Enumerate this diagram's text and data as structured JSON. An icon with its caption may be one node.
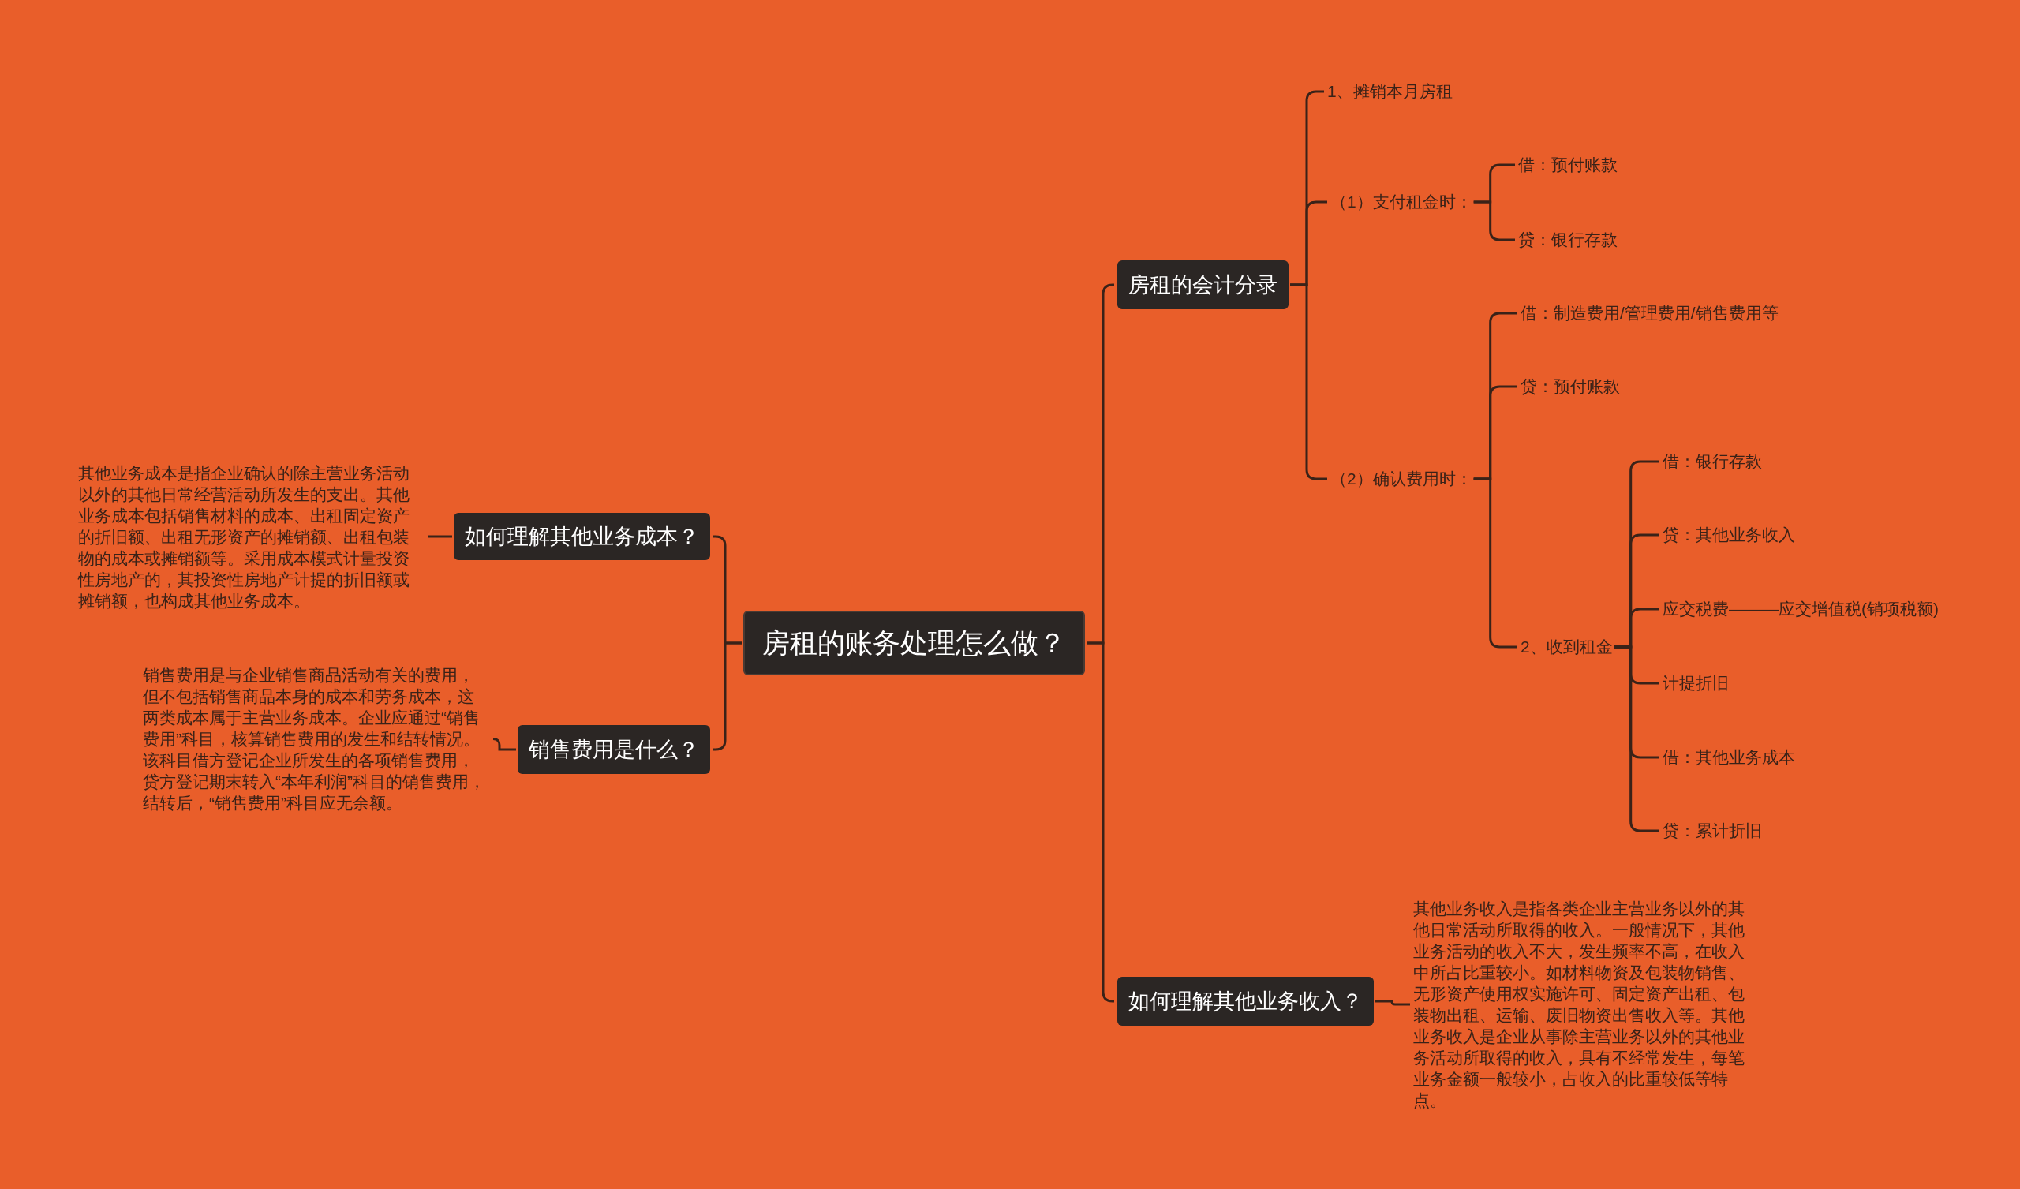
{
  "diagram": {
    "nodes": [
      {
        "text": [
          "房租的账务处理怎么做？"
        ]
      },
      {
        "text": [
          "房租的会计分录"
        ]
      },
      {
        "text": [
          "1、摊销本月房租"
        ]
      },
      {
        "text": [
          "（1）支付租金时："
        ]
      },
      {
        "text": [
          "借：预付账款"
        ]
      },
      {
        "text": [
          "贷：银行存款"
        ]
      },
      {
        "text": [
          "（2）确认费用时："
        ]
      },
      {
        "text": [
          "借：制造费用/管理费用/销售费用等"
        ]
      },
      {
        "text": [
          "贷：预付账款"
        ]
      },
      {
        "text": [
          "2、收到租金"
        ]
      },
      {
        "text": [
          "借：银行存款"
        ]
      },
      {
        "text": [
          "贷：其他业务收入"
        ]
      },
      {
        "text": [
          "应交税费———应交增值税(销项税额)"
        ]
      },
      {
        "text": [
          "计提折旧"
        ]
      },
      {
        "text": [
          "借：其他业务成本"
        ]
      },
      {
        "text": [
          "贷：累计折旧"
        ]
      },
      {
        "text": [
          "如何理解其他业务收入？"
        ]
      },
      {
        "text": [
          "其他业务收入是指各类企业主营业务以外的其他日常活动所取得的收入。一般情况下，其他业务活动的收入不大，发生频率不高，在收入中所占比重较小。如材料物资及包装物销售、无形资产使用权实施许可、固定资产出租、包装物出租、运输、废旧物资出售收入等。其他业务收入是企业从事除主营业务以外的其他业务活动所取得的收入，具有不经常发生，每笔业务金额一般较小，占收入的比重较低等特点。"
        ]
      },
      {
        "text": [
          "如何理解其他业务成本？"
        ]
      },
      {
        "text": [
          "其他业务成本是指企业确认的除主营业务活动以外的其他日常经营活动所发生的支出。其他业务成本包括销售材料的成本、出租固定资产的折旧额、出租无形资产的摊销额、出租包装物的成本或摊销额等。采用成本模式计量投资性房地产的，其投资性房地产计提的折旧额或摊销额，也构成其他业务成本。"
        ]
      },
      {
        "text": [
          "销售费用是什么？"
        ]
      },
      {
        "text": [
          "销售费用是与企业销售商品活动有关的费用，但不包括销售商品本身的成本和劳务成本，这两类成本属于主营业务成本。企业应通过“销售费用”科目，核算销售费用的发生和结转情况。该科目借方登记企业所发生的各项销售费用，贷方登记期末转入“本年利润”科目的销售费用，结转后，“销售费用”科目应无余额。"
        ]
      }
    ],
    "edges": [
      {
        "from": 0,
        "to": 1,
        "arrow": "none"
      },
      {
        "from": 1,
        "to": 2,
        "arrow": "none"
      },
      {
        "from": 1,
        "to": 3,
        "arrow": "none"
      },
      {
        "from": 3,
        "to": 4,
        "arrow": "none"
      },
      {
        "from": 3,
        "to": 5,
        "arrow": "none"
      },
      {
        "from": 1,
        "to": 6,
        "arrow": "none"
      },
      {
        "from": 6,
        "to": 7,
        "arrow": "none"
      },
      {
        "from": 6,
        "to": 8,
        "arrow": "none"
      },
      {
        "from": 6,
        "to": 9,
        "arrow": "none"
      },
      {
        "from": 9,
        "to": 10,
        "arrow": "none"
      },
      {
        "from": 9,
        "to": 11,
        "arrow": "none"
      },
      {
        "from": 9,
        "to": 12,
        "arrow": "none"
      },
      {
        "from": 9,
        "to": 13,
        "arrow": "none"
      },
      {
        "from": 9,
        "to": 14,
        "arrow": "none"
      },
      {
        "from": 9,
        "to": 15,
        "arrow": "none"
      },
      {
        "from": 0,
        "to": 16,
        "arrow": "none"
      },
      {
        "from": 16,
        "to": 17,
        "arrow": "none"
      },
      {
        "from": 0,
        "to": 18,
        "arrow": "none"
      },
      {
        "from": 18,
        "to": 19,
        "arrow": "none"
      },
      {
        "from": 0,
        "to": 20,
        "arrow": "none"
      },
      {
        "from": 20,
        "to": 21,
        "arrow": "none"
      }
    ]
  }
}
